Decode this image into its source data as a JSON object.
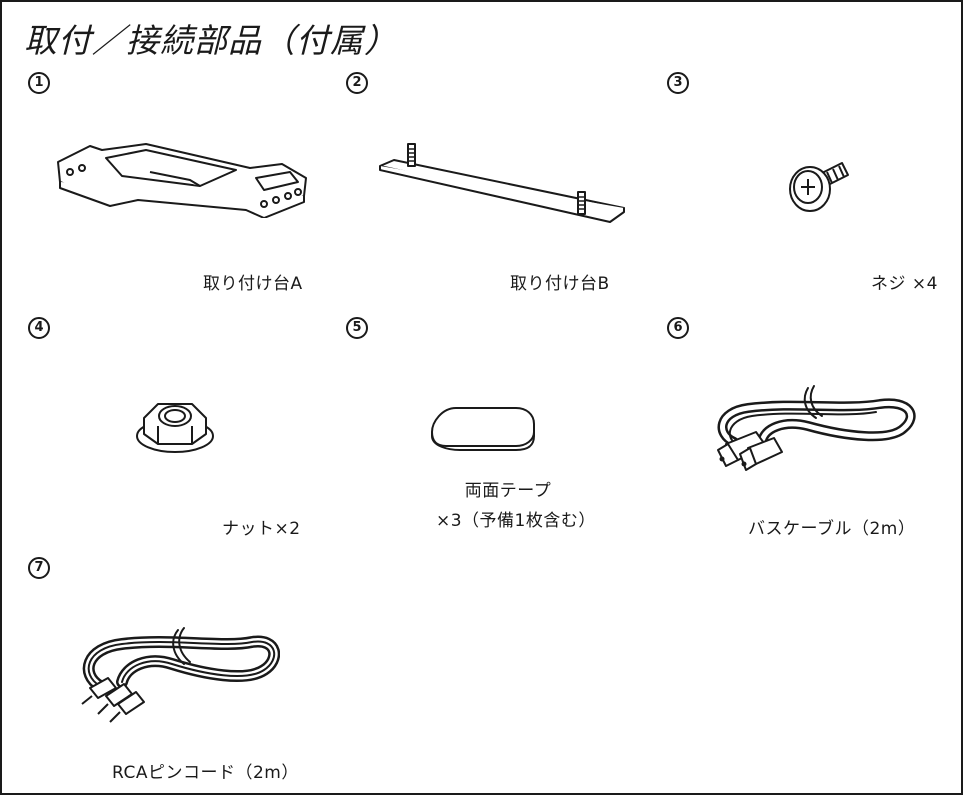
{
  "title": "取付／接続部品（付属）",
  "items": [
    {
      "number": "1",
      "name": "取り付け台A",
      "icon": "mounting-bracket-a-icon"
    },
    {
      "number": "2",
      "name": "取り付け台B",
      "icon": "mounting-plate-b-icon"
    },
    {
      "number": "3",
      "name": "ネジ ×4",
      "icon": "screw-icon"
    },
    {
      "number": "4",
      "name": "ナット×2",
      "icon": "nut-icon"
    },
    {
      "number": "5",
      "name_line1": "両面テープ",
      "name_line2": "×3（予備1枚含む）",
      "icon": "double-sided-tape-icon"
    },
    {
      "number": "6",
      "name": "バスケーブル（2m）",
      "icon": "bus-cable-icon"
    },
    {
      "number": "7",
      "name": "RCAピンコード（2m）",
      "icon": "rca-pin-cord-icon"
    }
  ]
}
